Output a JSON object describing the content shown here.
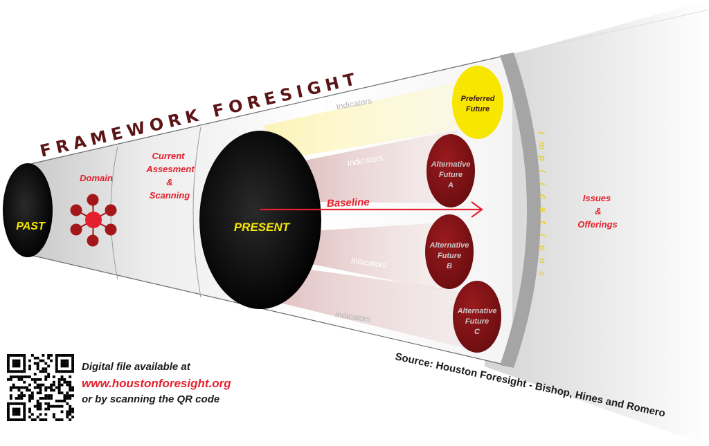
{
  "diagram": {
    "title": "FRAMEWORK FORESIGHT",
    "sections": {
      "past": "PAST",
      "domain": "Domain",
      "current_line1": "Current",
      "current_line2": "Assesment",
      "current_line3": "&",
      "current_line4": "Scanning",
      "present": "PRESENT",
      "baseline": "Baseline",
      "implications": "Implications",
      "issues_line1": "Issues",
      "issues_line2": "&",
      "issues_line3": "Offerings"
    },
    "indicators": [
      "Indicators",
      "Indicators",
      "Indicators",
      "Indicators"
    ],
    "futures": {
      "preferred_line1": "Preferred",
      "preferred_line2": "Future",
      "a": [
        "Alternative",
        "Future",
        "A"
      ],
      "b": [
        "Alternative",
        "Future",
        "B"
      ],
      "c": [
        "Alternative",
        "Future",
        "C"
      ]
    },
    "source": "Source: Houston Foresight - Bishop, Hines and Romero"
  },
  "footer": {
    "line1": "Digital file available at",
    "url": "www.houstonforesight.org",
    "line3": "or by scanning the QR code"
  },
  "colors": {
    "dark_red": "#7a1114",
    "accent_red": "#e4202c",
    "yellow": "#f7e600",
    "title_red": "#5c1517",
    "gold_text": "#e6d23a"
  }
}
